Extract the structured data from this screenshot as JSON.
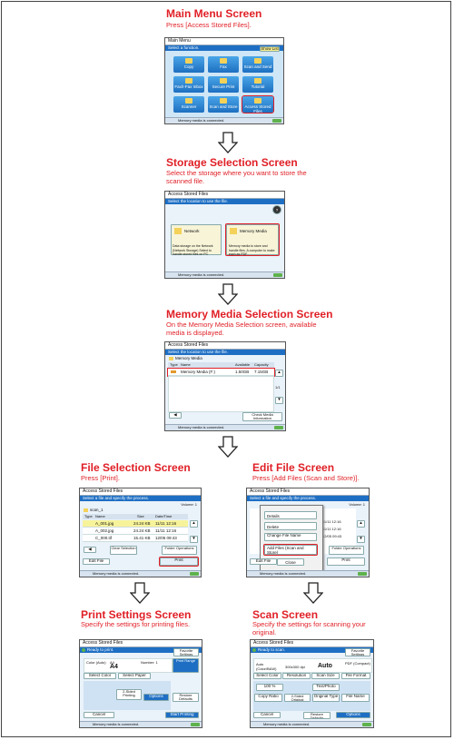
{
  "sections": {
    "main_menu": {
      "title": "Main Menu Screen",
      "desc": "Press [Access Stored Files]."
    },
    "storage": {
      "title": "Storage Selection Screen",
      "desc": "Select the storage where you want to store the scanned file."
    },
    "memory": {
      "title": "Memory Media Selection Screen",
      "desc": "On the Memory Media Selection screen, available media is displayed."
    },
    "file_sel": {
      "title": "File Selection Screen",
      "desc": "Press [Print]."
    },
    "edit_file": {
      "title": "Edit File Screen",
      "desc": "Press [Add Files (Scan and Store)]."
    },
    "print_settings": {
      "title": "Print Settings Screen",
      "desc": "Specify the settings for printing files."
    },
    "scan": {
      "title": "Scan Screen",
      "desc": "Specify the settings for scanning your original."
    }
  },
  "screens": {
    "main": {
      "header": "Main Menu",
      "subheader": "Select a function.",
      "shortcut": "Show List",
      "tiles": [
        "Copy",
        "Fax",
        "Scan and Send",
        "Fax/I-Fax Inbox",
        "Secure Print",
        "Tutorial",
        "Scanner",
        "Scan and Store",
        "Access Stored Files"
      ],
      "status": "Memory media is connected."
    },
    "storage": {
      "header": "Access Stored Files",
      "subheader": "Select the location to use the file.",
      "network": "Network",
      "network_desc": "Data storage on the Network (Network Storage) Select to handle stored files on PC",
      "memory": "Memory Media",
      "memory_desc": "Memory media to store and handle files. A computer to make each as PDF",
      "status": "Memory media is connected."
    },
    "memory": {
      "header": "Access Stored Files",
      "subheader": "Select the location to use the file.",
      "folder": "Memory Media",
      "cols": [
        "Type",
        "Name",
        "Available",
        "Capacity"
      ],
      "row": {
        "name": "Memory Media (F:)",
        "available": "1.50GB",
        "capacity": "7.15GB"
      },
      "page": "1/1",
      "info_btn": "Check Media Information",
      "status": "Memory media is connected."
    },
    "file": {
      "header": "Access Stored Files",
      "subheader": "Select a file and specify the process.",
      "volume": "Volume: 1",
      "path": "scan_1",
      "cols": [
        "Type",
        "Name",
        "Size",
        "Date/Time"
      ],
      "rows": [
        {
          "name": "A_001.jpg",
          "size": "24.24 KB",
          "date": "11/11 12:16"
        },
        {
          "name": "A_002.jpg",
          "size": "24.24 KB",
          "date": "11/11 12:16"
        },
        {
          "name": "C_000.tif",
          "size": "15.41 KB",
          "date": "12/05 09:43"
        }
      ],
      "clear": "Clear Selection",
      "folder_ops": "Folder Operations",
      "edit": "Edit File",
      "print": "Print",
      "status": "Memory media is connected."
    },
    "edit": {
      "header": "Access Stored Files",
      "subheader": "Select a file and specify the process.",
      "volume": "Volume: 1",
      "menu": [
        "Details",
        "Delete",
        "Change File Name",
        "Add Files (Scan and Store)"
      ],
      "close": "Close",
      "dates": [
        "11/11 12:16",
        "11/11 12:16",
        "12/05 09:43"
      ],
      "folder_ops": "Folder Operations",
      "edit": "Edit File",
      "print": "Print",
      "status": "Memory media is connected."
    },
    "print": {
      "header": "Access Stored Files",
      "ready": "Ready to print.",
      "fav": "Favorite Settings",
      "color_mode": "Color (Auto)",
      "paper_label": "A4",
      "paper_val": "A4",
      "copies_label": "Number: 1",
      "print_range": "Print Range",
      "select_color": "Select Color",
      "select_paper": "Select Paper",
      "two_sided": "2-Sided Printing",
      "options": "Options",
      "restore": "Restore Defaults",
      "cancel": "Cancel",
      "start": "Start Printing",
      "status": "Memory media is connected."
    },
    "scan": {
      "header": "Access Stored Files",
      "ready": "Ready to scan.",
      "fav": "Favorite Settings",
      "auto_color": "Auto (Color/B&W)",
      "resolution_val": "300x300 dpi",
      "auto": "Auto",
      "file_format": "PDF (Compact)",
      "buttons_top": [
        "Select Color",
        "Resolution",
        "Scan Size",
        "File Format"
      ],
      "pct": "100 %",
      "text_photo": "Text/Photo",
      "buttons_bottom": [
        "Copy Ratio",
        "2-Sided Original",
        "Original Type",
        "File Name"
      ],
      "cancel": "Cancel",
      "restore": "Restore Defaults",
      "options": "Options",
      "status": "Memory media is connected."
    }
  },
  "colors": {
    "accent": "#e01f26",
    "ui_blue": "#1e6fc4",
    "tile_yellow": "#f4d25a",
    "ok_green": "#5fb24c"
  }
}
